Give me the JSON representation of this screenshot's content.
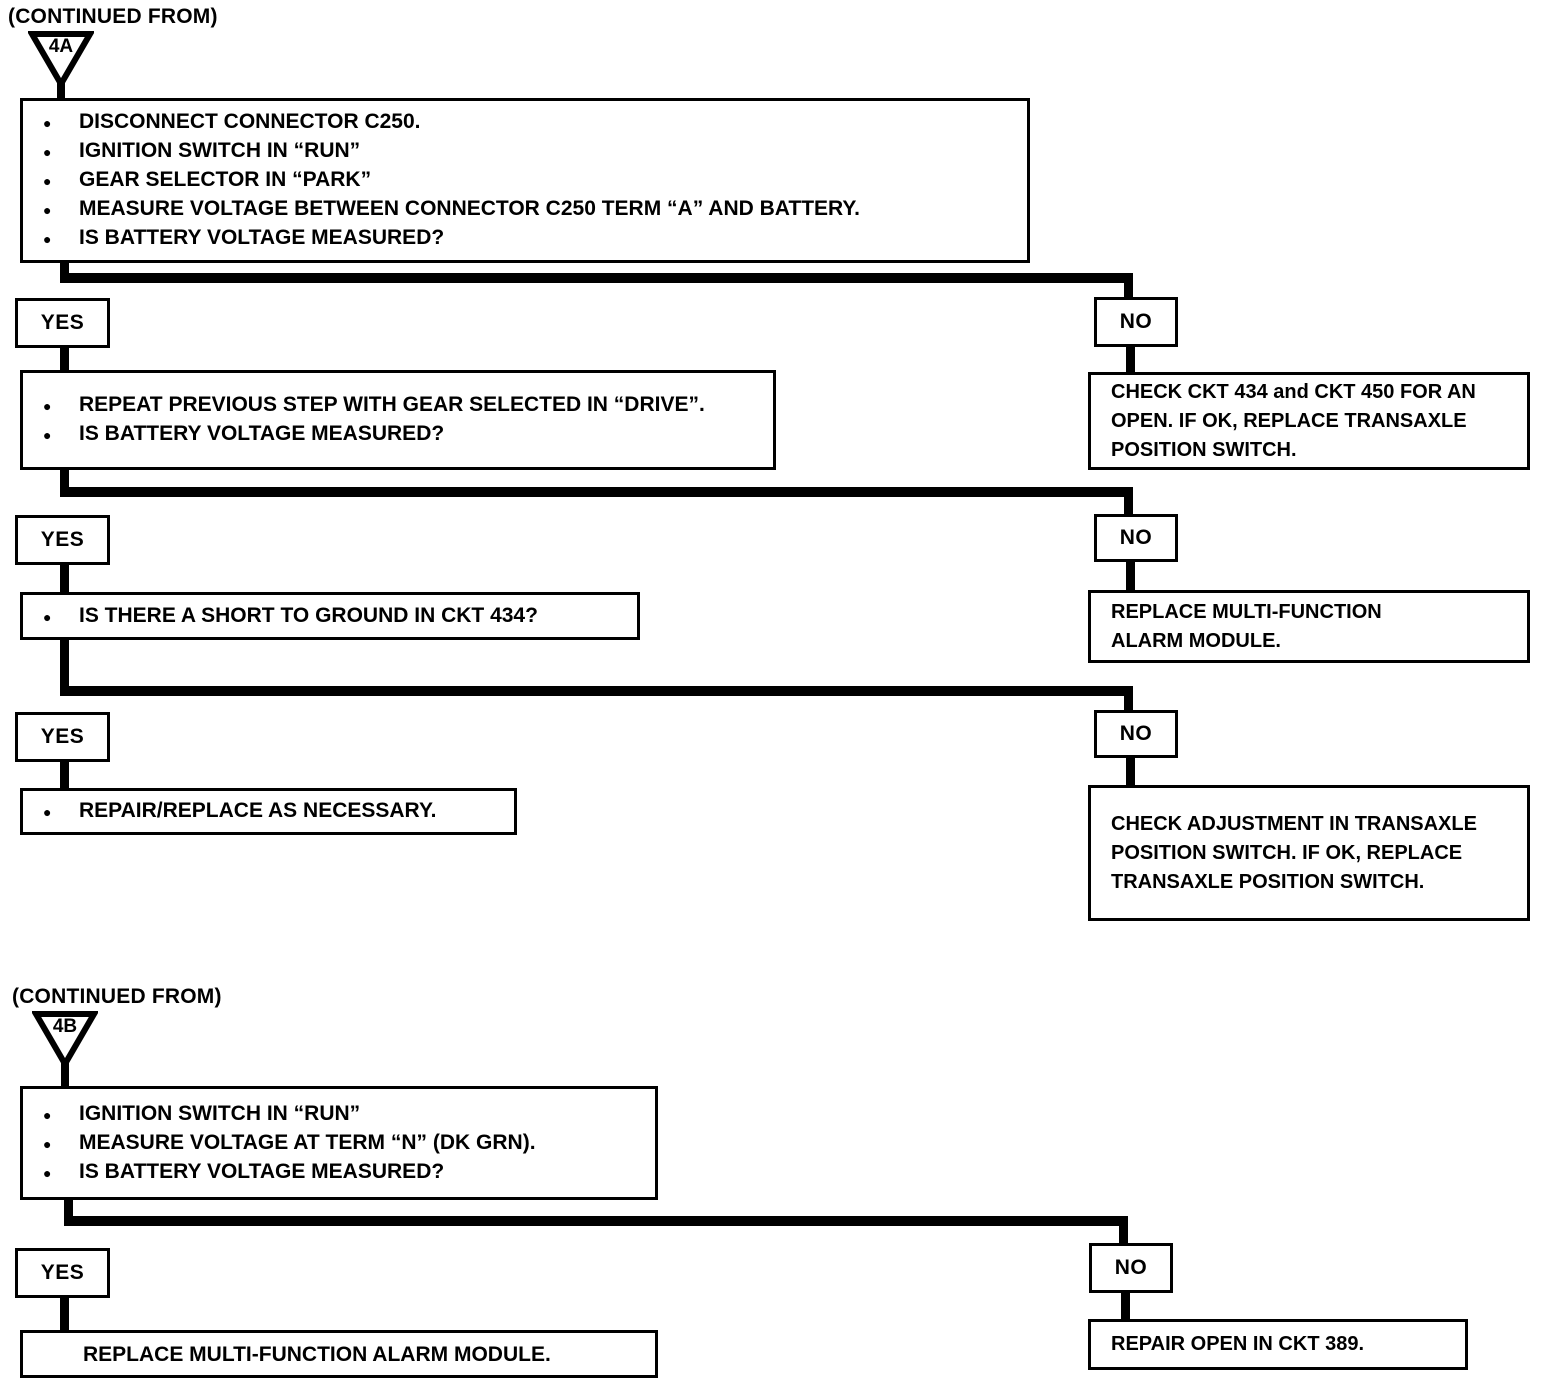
{
  "glyphs": {
    "bullet": "●"
  },
  "colors": {
    "ink": "#000000",
    "paper": "#ffffff"
  },
  "sections": [
    {
      "continued_label": "(CONTINUED FROM)",
      "connector_id": "4A",
      "entry_items": [
        "DISCONNECT CONNECTOR C250.",
        "IGNITION SWITCH IN “RUN”",
        "GEAR SELECTOR IN “PARK”",
        "MEASURE VOLTAGE BETWEEN CONNECTOR C250 TERM “A” AND BATTERY.",
        "IS BATTERY VOLTAGE MEASURED?"
      ],
      "rows": [
        {
          "yes_label": "YES",
          "no_label": "NO",
          "yes_items": [
            "REPEAT PREVIOUS STEP WITH GEAR SELECTED IN “DRIVE”.",
            "IS BATTERY VOLTAGE MEASURED?"
          ],
          "no_text": "CHECK CKT 434 and CKT 450 FOR AN OPEN. IF OK, REPLACE TRANSAXLE POSITION SWITCH."
        },
        {
          "yes_label": "YES",
          "no_label": "NO",
          "yes_items": [
            "IS THERE A SHORT TO GROUND IN CKT 434?"
          ],
          "no_text": "REPLACE MULTI-FUNCTION ALARM MODULE."
        },
        {
          "yes_label": "YES",
          "no_label": "NO",
          "yes_items": [
            "REPAIR/REPLACE AS NECESSARY."
          ],
          "no_text": "CHECK ADJUSTMENT IN TRANSAXLE POSITION SWITCH. IF OK, REPLACE TRANSAXLE POSITION SWITCH."
        }
      ]
    },
    {
      "continued_label": "(CONTINUED FROM)",
      "connector_id": "4B",
      "entry_items": [
        "IGNITION SWITCH IN “RUN”",
        "MEASURE VOLTAGE AT TERM “N” (DK GRN).",
        "IS BATTERY VOLTAGE MEASURED?"
      ],
      "rows": [
        {
          "yes_label": "YES",
          "no_label": "NO",
          "yes_text": "REPLACE MULTI-FUNCTION ALARM MODULE.",
          "no_text": "REPAIR OPEN IN CKT 389."
        }
      ]
    }
  ]
}
